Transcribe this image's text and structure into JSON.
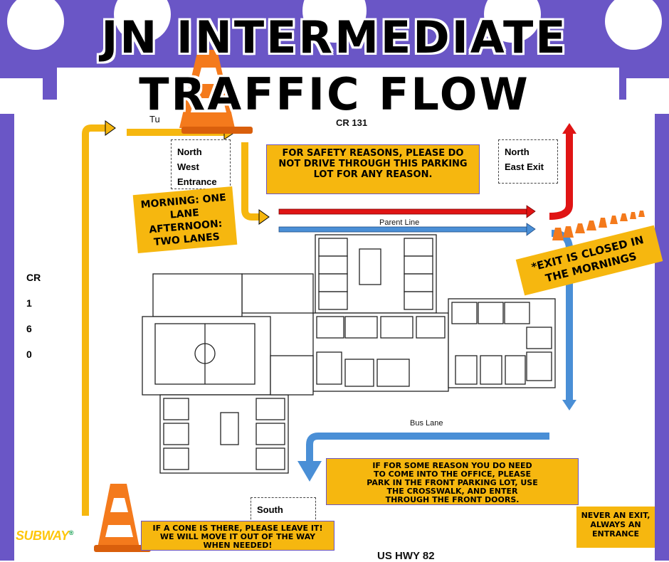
{
  "title": {
    "line1": "JN INTERMEDIATE",
    "line2": "TRAFFIC FLOW"
  },
  "roads": {
    "north": "CR 131",
    "west": [
      "CR",
      "1",
      "6",
      "0"
    ],
    "south": "US HWY 82",
    "north_partial": "Tu"
  },
  "entrances": {
    "north_west": [
      "North",
      "West",
      "Entrance"
    ],
    "north_east": [
      "North",
      "East Exit"
    ],
    "south": "South"
  },
  "lanes": {
    "parent": "Parent Line",
    "bus": "Bus Lane"
  },
  "notes": {
    "safety": "FOR SAFETY REASONS, PLEASE DO NOT DRIVE THROUGH THIS PARKING LOT FOR ANY REASON.",
    "lanes": "MORNING: ONE LANE AFTERNOON: TWO LANES",
    "exit_closed": "*EXIT IS CLOSED IN THE MORNINGS",
    "office": "IF FOR SOME REASON YOU DO NEED TO COME INTO THE OFFICE, PLEASE PARK IN THE FRONT PARKING LOT, USE THE CROSSWALK, AND ENTER THROUGH THE FRONT DOORS.",
    "cone": "IF A CONE IS THERE, PLEASE LEAVE IT! WE WILL MOVE IT OUT OF THE WAY WHEN NEEDED!",
    "never_exit": "NEVER AN EXIT, ALWAYS AN ENTRANCE"
  },
  "sponsor": {
    "name_a": "SUB",
    "name_b": "WAY",
    "mark": "®"
  },
  "colors": {
    "purple": "#6a56c6",
    "yellow": "#f6b70f",
    "red": "#e01414",
    "blue": "#4a8fd6",
    "orange": "#f47a1c"
  }
}
